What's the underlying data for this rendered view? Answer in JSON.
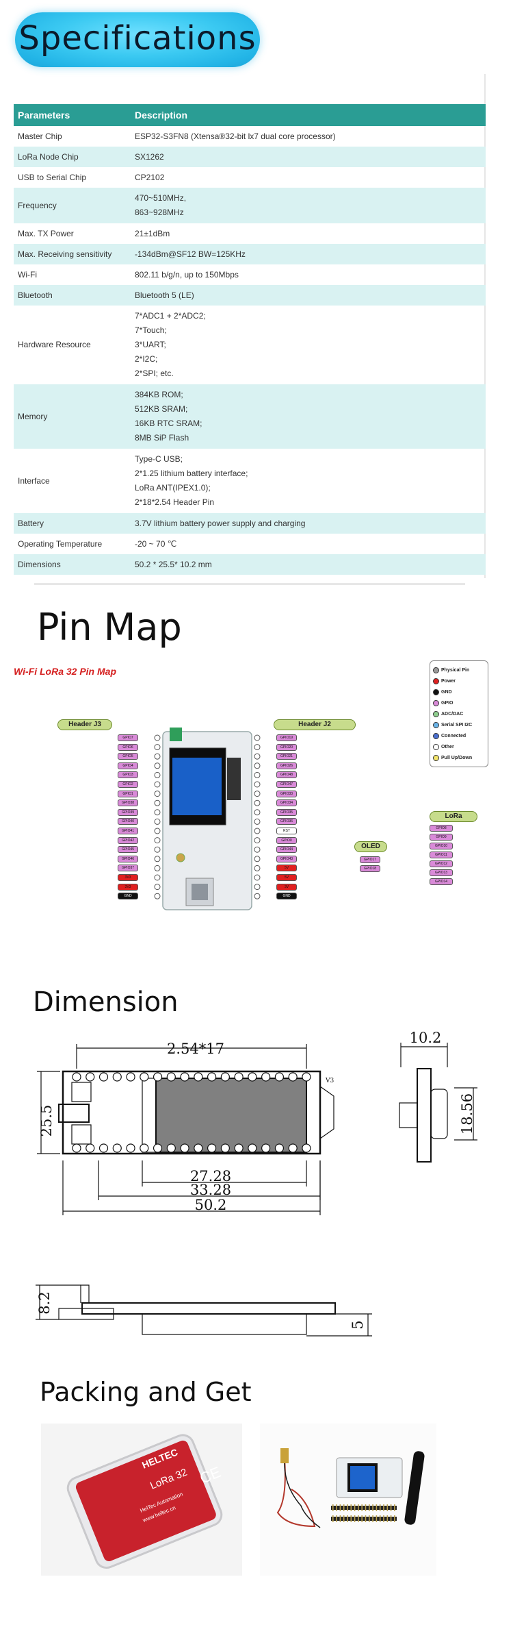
{
  "sections": {
    "specifications": "Specifications",
    "pin_map": "Pin Map",
    "dimension": "Dimension",
    "packing": "Packing and Get"
  },
  "spec_table": {
    "headers": [
      "Parameters",
      "Description"
    ],
    "rows": [
      {
        "param": "Master Chip",
        "desc": [
          "ESP32-S3FN8 (Xtensa®32-bit lx7 dual core processor)"
        ]
      },
      {
        "param": "LoRa Node Chip",
        "desc": [
          "SX1262"
        ]
      },
      {
        "param": "USB to Serial Chip",
        "desc": [
          "CP2102"
        ]
      },
      {
        "param": "Frequency",
        "desc": [
          "470~510MHz,",
          "863~928MHz"
        ]
      },
      {
        "param": "Max. TX Power",
        "desc": [
          "21±1dBm"
        ]
      },
      {
        "param": "Max. Receiving sensitivity",
        "desc": [
          "-134dBm@SF12 BW=125KHz"
        ]
      },
      {
        "param": "Wi-Fi",
        "desc": [
          "802.11 b/g/n, up to 150Mbps"
        ]
      },
      {
        "param": "Bluetooth",
        "desc": [
          "Bluetooth 5 (LE)"
        ]
      },
      {
        "param": "Hardware Resource",
        "desc": [
          "7*ADC1 + 2*ADC2;",
          "7*Touch;",
          "3*UART;",
          "2*I2C;",
          "2*SPI; etc."
        ]
      },
      {
        "param": "Memory",
        "desc": [
          "384KB ROM;",
          "512KB SRAM;",
          "16KB RTC SRAM;",
          "8MB SiP Flash"
        ]
      },
      {
        "param": "Interface",
        "desc": [
          "Type-C USB;",
          "2*1.25 lithium battery interface;",
          "LoRa ANT(IPEX1.0);",
          "2*18*2.54 Header Pin"
        ]
      },
      {
        "param": "Battery",
        "desc": [
          "3.7V lithium battery power supply and charging"
        ]
      },
      {
        "param": "Operating Temperature",
        "desc": [
          "-20 ~ 70 ℃"
        ]
      },
      {
        "param": "Dimensions",
        "desc": [
          "50.2 * 25.5* 10.2 mm"
        ]
      }
    ]
  },
  "pin_map": {
    "title": "Wi-Fi LoRa 32 Pin Map",
    "header_j3": "Header J3",
    "header_j2": "Header J2",
    "oled": "OLED",
    "lora": "LoRa",
    "legend": [
      {
        "label": "Physical Pin",
        "color": "#9a9a9a"
      },
      {
        "label": "Power",
        "color": "#e02020"
      },
      {
        "label": "GND",
        "color": "#111111"
      },
      {
        "label": "GPIO",
        "color": "#d98ad8"
      },
      {
        "label": "ADC/DAC",
        "color": "#8fcf8f"
      },
      {
        "label": "Serial SPI I2C",
        "color": "#6ab4e8"
      },
      {
        "label": "Connected",
        "color": "#4a6fd0"
      },
      {
        "label": "Other",
        "color": "#ffffff"
      },
      {
        "label": "Pull Up/Down",
        "color": "#f5e66a"
      }
    ],
    "j3_pins": [
      "GPIO7",
      "GPIO6",
      "GPIO5",
      "GPIO4",
      "GPIO3",
      "GPIO2",
      "GPIO1",
      "GPIO38",
      "GPIO39",
      "GPIO40",
      "GPIO41",
      "GPIO42",
      "GPIO45",
      "GPIO46",
      "GPIO37",
      "3V3",
      "3V3",
      "GND"
    ],
    "j2_pins": [
      "GPIO19",
      "GPIO20",
      "GPIO21",
      "GPIO26",
      "GPIO48",
      "GPIO47",
      "GPIO33",
      "GPIO34",
      "GPIO35",
      "GPIO36",
      "RST",
      "GPIO0",
      "GPIO44",
      "GPIO43",
      "5V",
      "5V",
      "3V",
      "GND"
    ],
    "oled_pins": [
      "GPIO17",
      "GPIO18"
    ],
    "lora_pins": [
      "GPIO8",
      "GPIO9",
      "GPIO10",
      "GPIO11",
      "GPIO12",
      "GPIO13",
      "GPIO14"
    ]
  },
  "dimension": {
    "pitch": "2.54*17",
    "height": "25.5",
    "inner_width": "27.28",
    "mid_width": "33.28",
    "total_width": "50.2",
    "depth": "10.2",
    "side_height": "18.56",
    "profile_height": "8.2",
    "profile_offset": "5",
    "board_mark": "V3"
  },
  "packing": {
    "box_brand": "HELTEC",
    "box_product": "LoRa 32",
    "box_mark": "CE",
    "box_text": [
      "HelTec Automation",
      "www.heltec.cn"
    ]
  },
  "colors": {
    "table_header": "#2a9d94",
    "table_alt_row": "#d9f2f2",
    "pill": "#3ccaf2",
    "pin_title": "#d52020"
  }
}
